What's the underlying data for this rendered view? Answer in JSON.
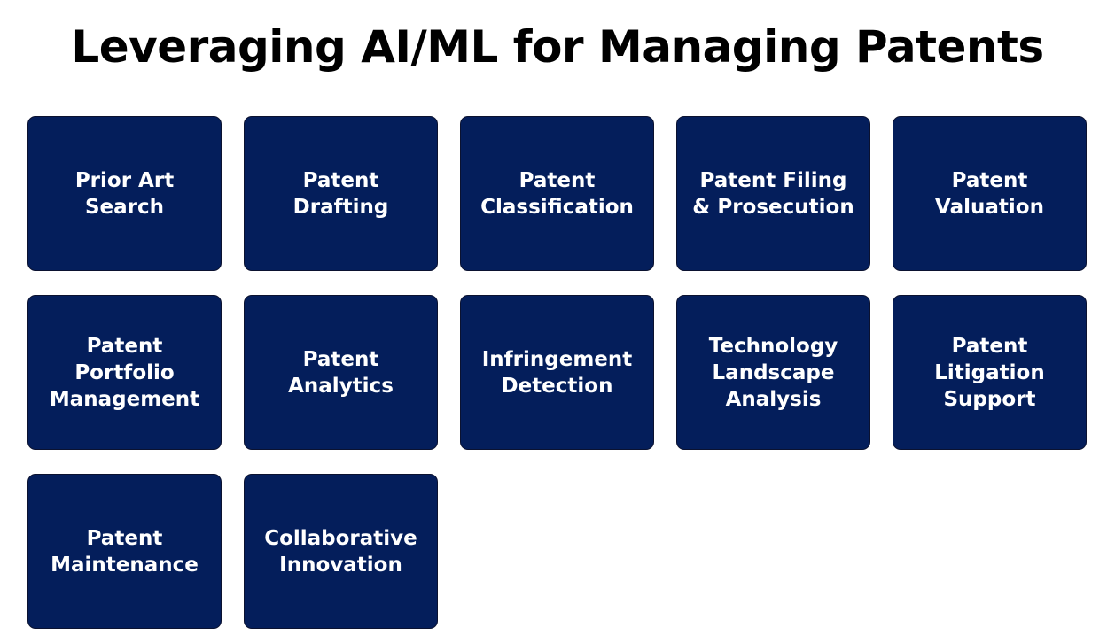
{
  "title": "Leveraging AI/ML for Managing Patents",
  "colors": {
    "tile_background": "#041e5b",
    "tile_text": "#ffffff",
    "title_text": "#000000"
  },
  "tiles": [
    {
      "label": "Prior Art\nSearch"
    },
    {
      "label": "Patent\nDrafting"
    },
    {
      "label": "Patent\nClassification"
    },
    {
      "label": "Patent Filing\n& Prosecution"
    },
    {
      "label": "Patent\nValuation"
    },
    {
      "label": "Patent\nPortfolio\nManagement"
    },
    {
      "label": "Patent\nAnalytics"
    },
    {
      "label": "Infringement\nDetection"
    },
    {
      "label": "Technology\nLandscape\nAnalysis"
    },
    {
      "label": "Patent\nLitigation\nSupport"
    },
    {
      "label": "Patent\nMaintenance"
    },
    {
      "label": "Collaborative\nInnovation"
    }
  ]
}
